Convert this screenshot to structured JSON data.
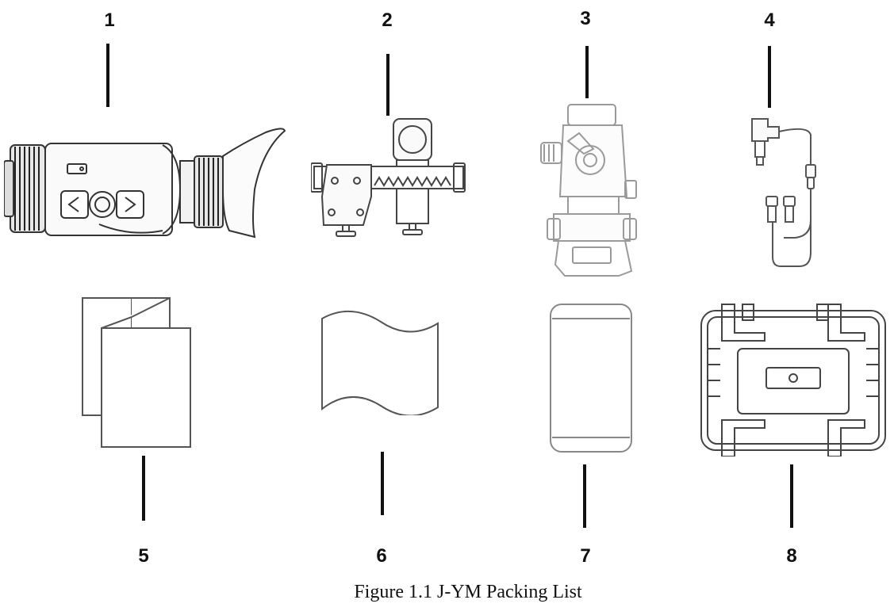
{
  "items": [
    {
      "number": "1",
      "icon": "thermal-monocular-icon"
    },
    {
      "number": "2",
      "icon": "rail-adapter-mount-icon"
    },
    {
      "number": "3",
      "icon": "helmet-mount-icon"
    },
    {
      "number": "4",
      "icon": "power-cable-icon"
    },
    {
      "number": "5",
      "icon": "folded-manual-icon"
    },
    {
      "number": "6",
      "icon": "cleaning-cloth-icon"
    },
    {
      "number": "7",
      "icon": "storage-pouch-icon"
    },
    {
      "number": "8",
      "icon": "hard-carry-case-icon"
    }
  ],
  "caption": "Figure 1.1 J-YM Packing List",
  "colors": {
    "line": "#111111",
    "drawing": "#555555",
    "light_drawing": "#9a9a9a"
  }
}
